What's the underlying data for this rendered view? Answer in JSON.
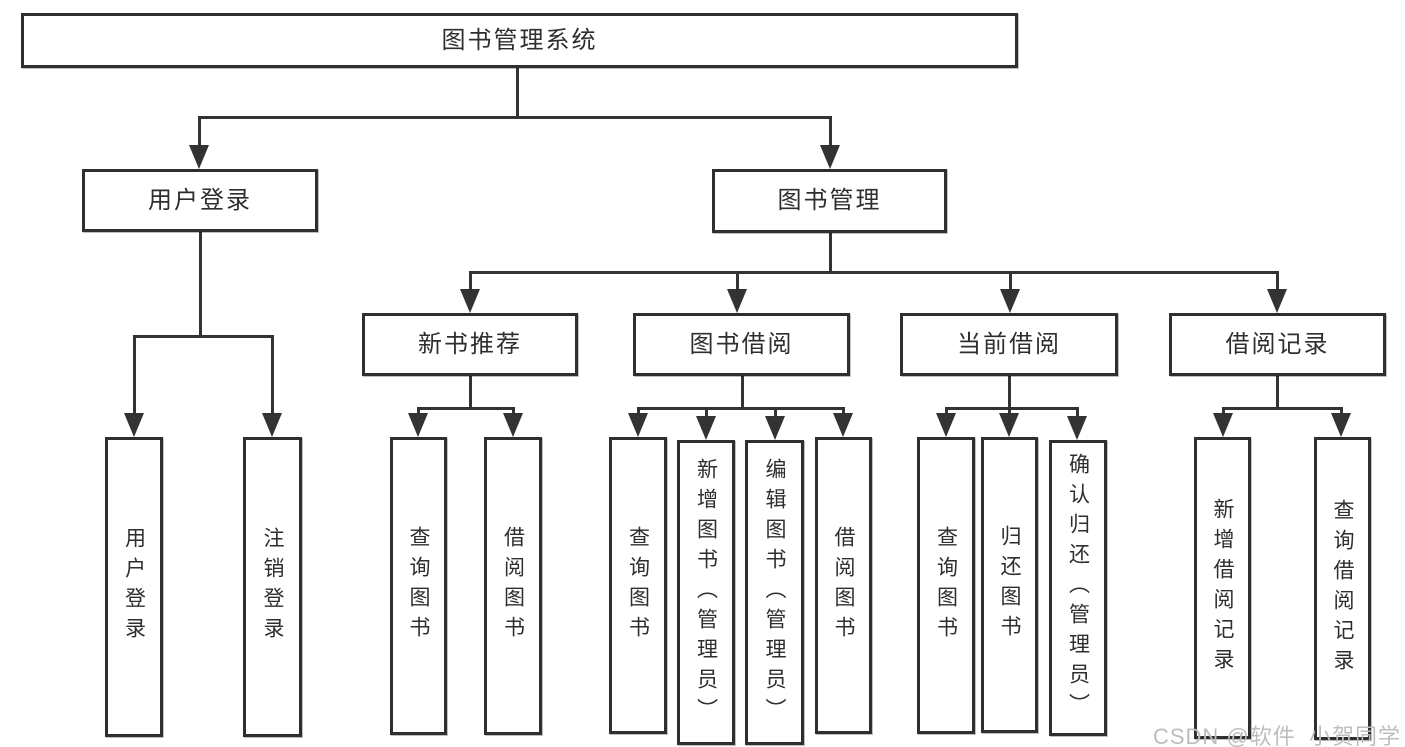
{
  "tree": {
    "label": "图书管理系统",
    "children": [
      {
        "label": "用户登录",
        "children": [
          {
            "label": "用户登录"
          },
          {
            "label": "注销登录"
          }
        ]
      },
      {
        "label": "图书管理",
        "children": [
          {
            "label": "新书推荐",
            "children": [
              {
                "label": "查询图书"
              },
              {
                "label": "借阅图书"
              }
            ]
          },
          {
            "label": "图书借阅",
            "children": [
              {
                "label": "查询图书"
              },
              {
                "label": "新增图书（管理员）"
              },
              {
                "label": "编辑图书（管理员）"
              },
              {
                "label": "借阅图书"
              }
            ]
          },
          {
            "label": "当前借阅",
            "children": [
              {
                "label": "查询图书"
              },
              {
                "label": "归还图书"
              },
              {
                "label": "确认归还（管理员）"
              }
            ]
          },
          {
            "label": "借阅记录",
            "children": [
              {
                "label": "新增借阅记录"
              },
              {
                "label": "查询借阅记录"
              }
            ]
          }
        ]
      }
    ]
  },
  "watermark": "CSDN @软件_小贺同学",
  "colors": {
    "line": "#333333",
    "box_border": "#2f2f2f",
    "text": "#2e2e2e",
    "watermark": "#bdbdbd",
    "background": "#ffffff"
  }
}
